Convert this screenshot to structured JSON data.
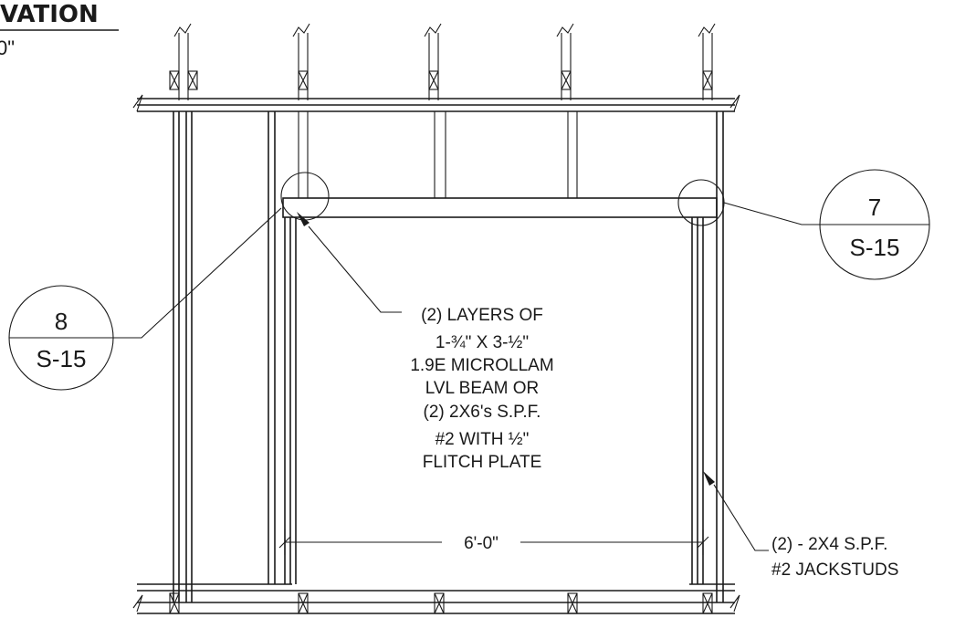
{
  "drawing": {
    "title_fragment": "VATION",
    "scale_fragment": "0\"",
    "callout_left": {
      "number": "8",
      "sheet": "S-15"
    },
    "callout_right": {
      "number": "7",
      "sheet": "S-15"
    },
    "beam_note": [
      "(2) LAYERS OF",
      "1-¾\" X 3-½\"",
      "1.9E MICROLLAM",
      "LVL BEAM OR",
      "(2) 2X6's S.P.F.",
      "#2 WITH ½\"",
      "FLITCH PLATE"
    ],
    "jackstud_note": [
      "(2) - 2X4 S.P.F.",
      "#2 JACKSTUDS"
    ],
    "opening_dimension": "6'-0\""
  }
}
